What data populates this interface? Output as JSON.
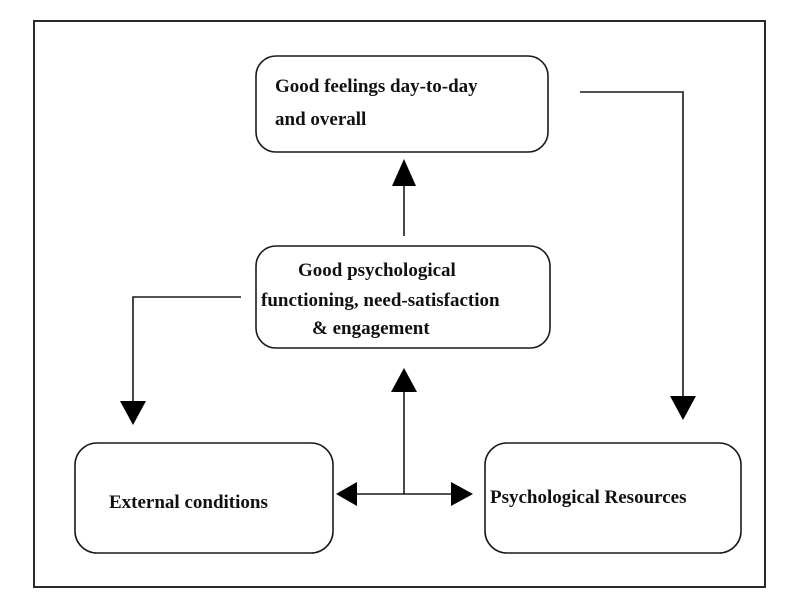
{
  "diagram": {
    "nodes": {
      "feelings": {
        "lines": [
          "Good feelings day-to-day",
          "and overall"
        ]
      },
      "functioning": {
        "lines": [
          "Good psychological",
          "functioning, need-satisfaction",
          "& engagement"
        ]
      },
      "external": {
        "lines": [
          "External conditions"
        ]
      },
      "resources": {
        "lines": [
          "Psychological Resources"
        ]
      }
    }
  }
}
